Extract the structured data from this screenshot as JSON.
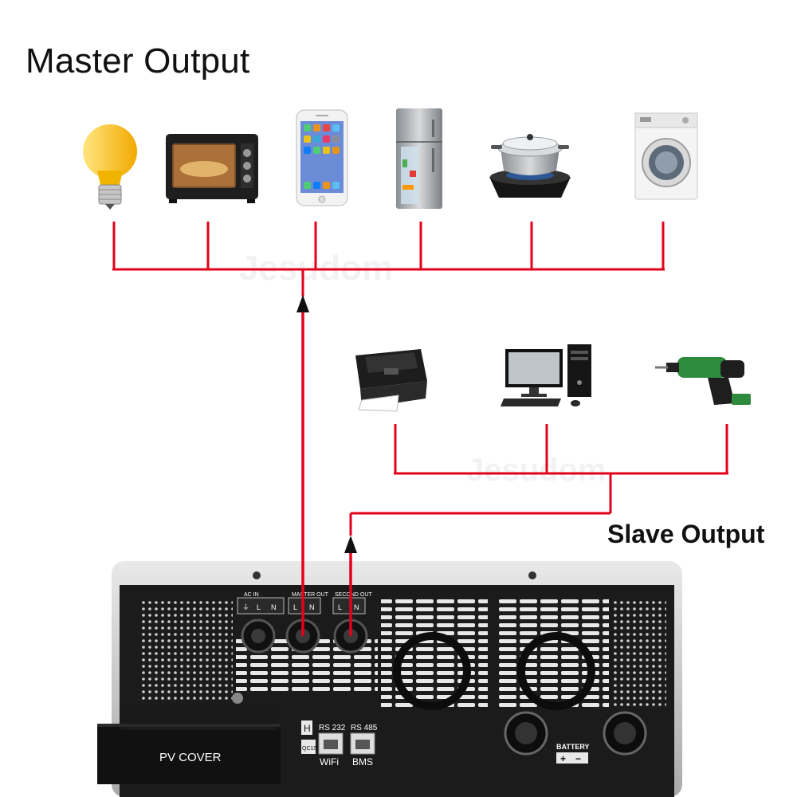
{
  "title": "Master Output",
  "slave_label": "Slave Output",
  "watermark": "Jesudom",
  "master_devices": [
    {
      "name": "light-bulb-icon"
    },
    {
      "name": "oven-icon"
    },
    {
      "name": "smartphone-icon"
    },
    {
      "name": "refrigerator-icon"
    },
    {
      "name": "stove-pot-icon"
    },
    {
      "name": "washing-machine-icon"
    }
  ],
  "slave_devices": [
    {
      "name": "printer-icon"
    },
    {
      "name": "desktop-computer-icon"
    },
    {
      "name": "power-drill-icon"
    }
  ],
  "inverter": {
    "ac_in": "AC IN",
    "master_out": "MASTER OUT",
    "second_out": "SECOND OUT",
    "pin_ground": "⏚",
    "pin_l": "L",
    "pin_n": "N",
    "rs232": "RS 232",
    "rs485": "RS 485",
    "wifi": "WiFi",
    "bms": "BMS",
    "battery": "BATTERY",
    "plus": "+",
    "minus": "−",
    "pv_cover": "PV COVER",
    "qc": "QC15",
    "h": "H"
  },
  "colors": {
    "line": "#e3001b",
    "body": "#1a1a1a",
    "frame": "#c8c8c8"
  }
}
